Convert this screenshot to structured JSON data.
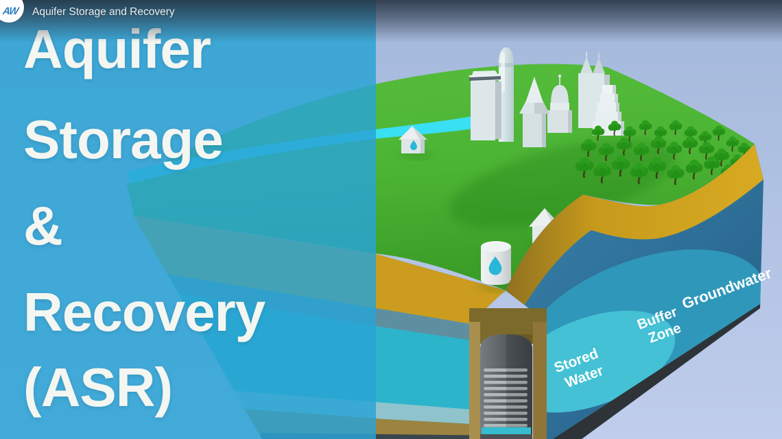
{
  "topbar": {
    "video_title": "Aquifer Storage and Recovery",
    "logo_text": "AW"
  },
  "title_card": {
    "line1": "Aquifer",
    "line2": "Storage",
    "line3": "&",
    "line4": "Recovery",
    "line5": "(ASR)"
  },
  "diagram": {
    "labels": {
      "stored_line1": "Stored",
      "stored_line2": "Water",
      "buffer_line1": "Buffer",
      "buffer_line2": "Zone",
      "groundwater": "Groundwater"
    },
    "colors": {
      "overlay_blue": "#2aa3d4",
      "sky_top": "#a3b8db",
      "sky_bottom": "#c0cdec",
      "grass": "#4cb434",
      "river": "#39dff2",
      "soil": "#cf9f1e",
      "groundwater_face": "#2a74a0",
      "buffer_zone": "#2f97ba",
      "stored_water": "#44c1d4",
      "left_face_teal": "#2cb4cb",
      "water_drop": "#29b6d8",
      "title_text": "#f4f6f1"
    }
  }
}
